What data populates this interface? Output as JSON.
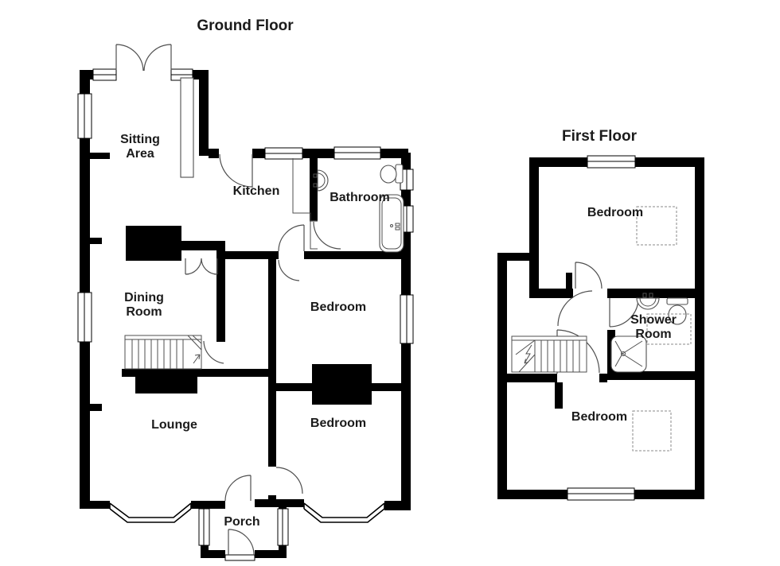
{
  "ground_floor": {
    "title": "Ground Floor",
    "labels": {
      "sitting_area": "Sitting Area",
      "kitchen": "Kitchen",
      "bathroom": "Bathroom",
      "dining_room": "Dining Room",
      "bedroom_middle": "Bedroom",
      "lounge": "Lounge",
      "bedroom_front": "Bedroom",
      "porch": "Porch"
    }
  },
  "first_floor": {
    "title": "First Floor",
    "labels": {
      "bedroom_rear": "Bedroom",
      "shower_room": "Shower Room",
      "bedroom_front": "Bedroom"
    }
  },
  "colors": {
    "wall": "#000000",
    "fixture_line": "#4f4f4f",
    "text": "#1b1b1b",
    "dashed": "#8a8a8a",
    "background": "#ffffff"
  }
}
